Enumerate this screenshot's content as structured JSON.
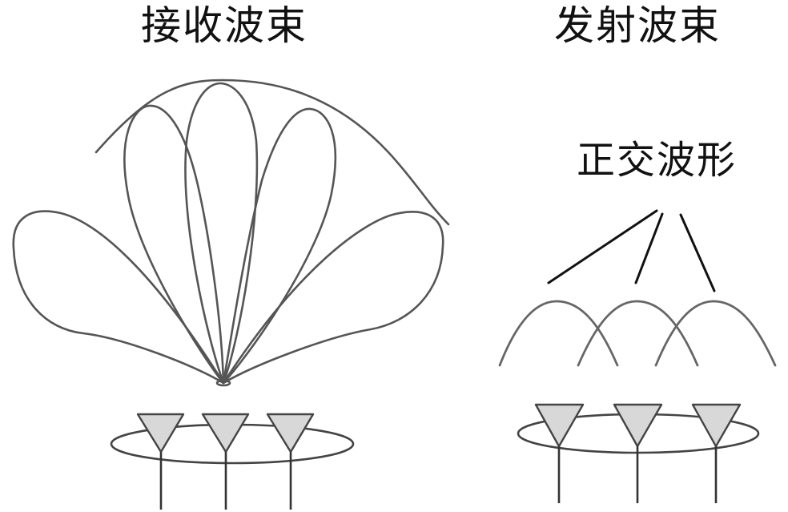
{
  "diagram": {
    "receive_title": "接收波束",
    "transmit_title": "发射波束",
    "orthogonal_label": "正交波形",
    "receive_antenna_count": 3,
    "transmit_antenna_count": 3,
    "receive_beam_count": 5,
    "transmit_wave_count": 3,
    "colors": {
      "text": "#111111",
      "beam_line": "#555555",
      "antenna_fill": "#d8d8d8",
      "antenna_line": "#444444"
    }
  }
}
